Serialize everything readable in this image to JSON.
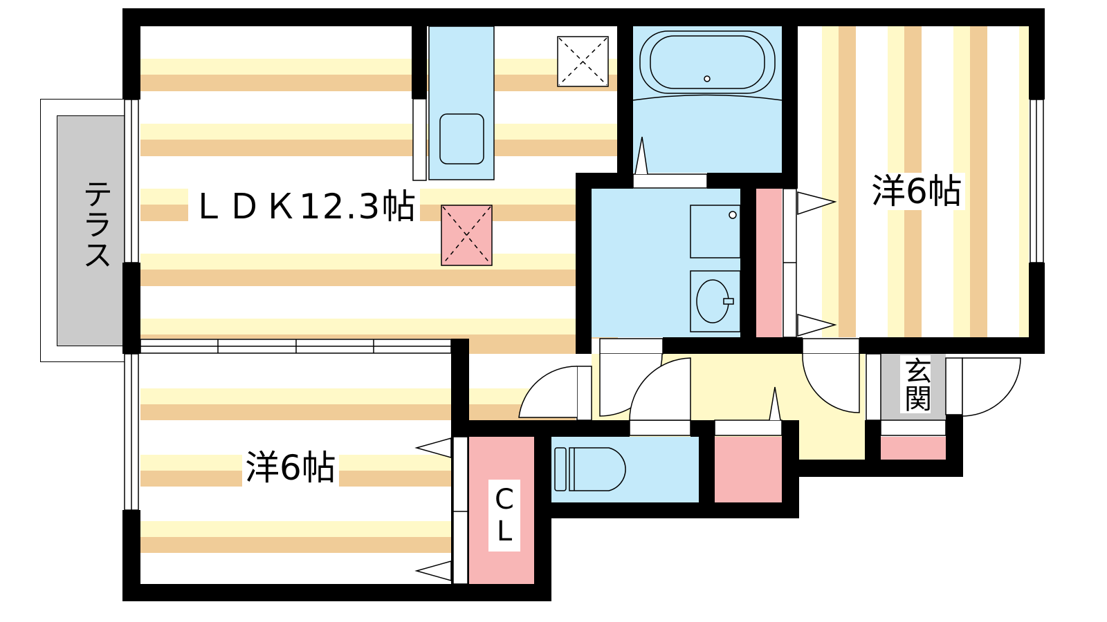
{
  "rooms": {
    "ldk": {
      "label": "ＬＤＫ12.3帖"
    },
    "western_right": {
      "label": "洋6帖"
    },
    "western_left": {
      "label": "洋6帖"
    },
    "terrace": {
      "label": "テラス"
    },
    "closet": {
      "label": "CL"
    },
    "entrance": {
      "label": "玄関"
    }
  },
  "colors": {
    "wall": "#000000",
    "floor_light": "#FFF9C8",
    "floor_dark": "#F0CC98",
    "water": "#C4EAFA",
    "storage": "#F8B6B6",
    "entrance": "#CBCBCB"
  }
}
